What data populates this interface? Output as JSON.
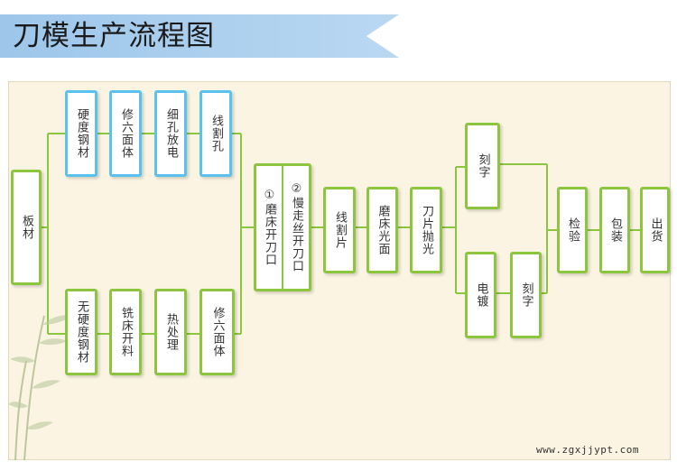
{
  "title": "刀模生产流程图",
  "colors": {
    "banner": "#a8cdee",
    "green": "#8cc63e",
    "blue": "#59c2ee",
    "bg": "#fbf4e2"
  },
  "steps": {
    "sheet": "板材",
    "hard_steel": "硬度钢材",
    "trim_six_faces_a": "修六面体",
    "fine_hole_edm": "细孔放电",
    "wire_cut_hole": "线割孔",
    "soft_steel": "无硬度钢材",
    "mill_cut": "铣床开料",
    "heat_treat": "热处理",
    "trim_six_faces_b": "修六面体",
    "grind_edge": "①磨床开刀口",
    "slow_wire_edge": "②慢走丝开刀口",
    "wire_cut_blade": "线割片",
    "grinder_polish": "磨床光面",
    "blade_polish": "刀片抛光",
    "engrave_a": "刻字",
    "plating": "电镀",
    "engrave_b": "刻字",
    "inspect": "检验",
    "package": "包装",
    "ship": "出货"
  },
  "watermark": "www.zgxjjypt.com"
}
